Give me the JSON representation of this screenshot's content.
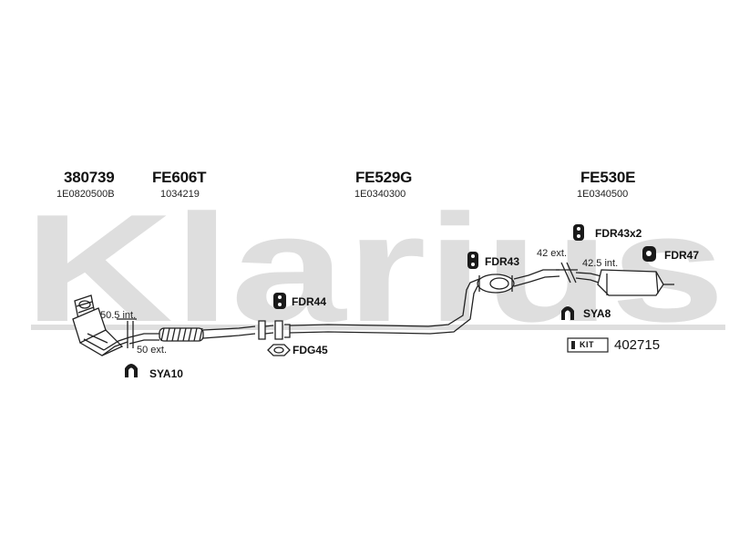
{
  "watermark": {
    "text": "Klarius",
    "color": "#dedede"
  },
  "parts": [
    {
      "part_number": "380739",
      "oe_number": "1E0820500B"
    },
    {
      "part_number": "FE606T",
      "oe_number": "1034219"
    },
    {
      "part_number": "FE529G",
      "oe_number": "1E0340300"
    },
    {
      "part_number": "FE530E",
      "oe_number": "1E0340500"
    }
  ],
  "fittings": {
    "fdr44": "FDR44",
    "fdg45": "FDG45",
    "sya10": "SYA10",
    "fdr43": "FDR43",
    "fdr43x2": "FDR43x2",
    "fdr47": "FDR47",
    "sya8": "SYA8"
  },
  "notes": {
    "n505": "50.5 int.",
    "n50": "50 ext.",
    "n42": "42 ext.",
    "n425": "42.5 int."
  },
  "kit": {
    "label": "KIT",
    "number": "402715"
  },
  "colors": {
    "ink": "#111111",
    "watermark": "#dedede",
    "hanger": "#222222"
  }
}
